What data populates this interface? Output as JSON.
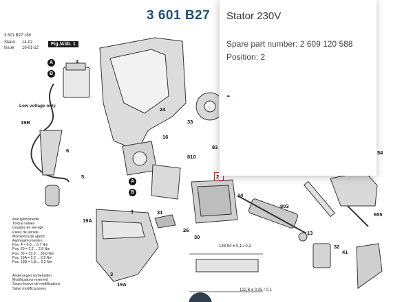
{
  "document": {
    "number": "3 601 B27",
    "meta_lines": [
      "3 601 B27 180",
      "Stand",
      "Issue"
    ],
    "stand_value": "14-02",
    "issue_value": "16-01-12",
    "fig_label": "Fig./Abb. 1"
  },
  "tooltip": {
    "title": "Stator 230V",
    "spare_part_label": "Spare part number: 2 609 120 588",
    "position_label": "Position: 2",
    "dash": "-"
  },
  "labels": {
    "low_voltage": "Low voltage only",
    "circle_a": "A",
    "circle_b": "B"
  },
  "callouts": [
    "4",
    "24",
    "33",
    "16",
    "810",
    "83",
    "2",
    "14",
    "803",
    "13",
    "32",
    "41",
    "655",
    "54",
    "19B",
    "6",
    "5",
    "19A",
    "31",
    "26",
    "30",
    "1",
    "19A",
    "3"
  ],
  "torque_table": {
    "headers": [
      "Anzugsmomente",
      "Torque values",
      "Couples de serrage",
      "Pares de apriete",
      "Momentos de aperto",
      "Aanhaalmomenten"
    ],
    "rows": [
      "Pos.  4 = 0,5 ... 0,7 Nm",
      "Pos. 20 = 2,2 ... 2,8 Nm",
      "Pos. 39 = 33,0 ... 39,0 Nm",
      "Pos. 19A = 2,2 ... 2,8 Nm",
      "Pos. 19B = 1,8 ... 2,2 Nm"
    ]
  },
  "footer_notes": [
    "Änderungen vorbehalten",
    "Modifications reserved",
    "Sous réserve de modifications",
    "Salvo modificaciones"
  ],
  "dimensions": {
    "dim1": "138,94 ± 0,1 / 0,2",
    "dim2": "122,8 ± 0,25 / 0,1"
  }
}
